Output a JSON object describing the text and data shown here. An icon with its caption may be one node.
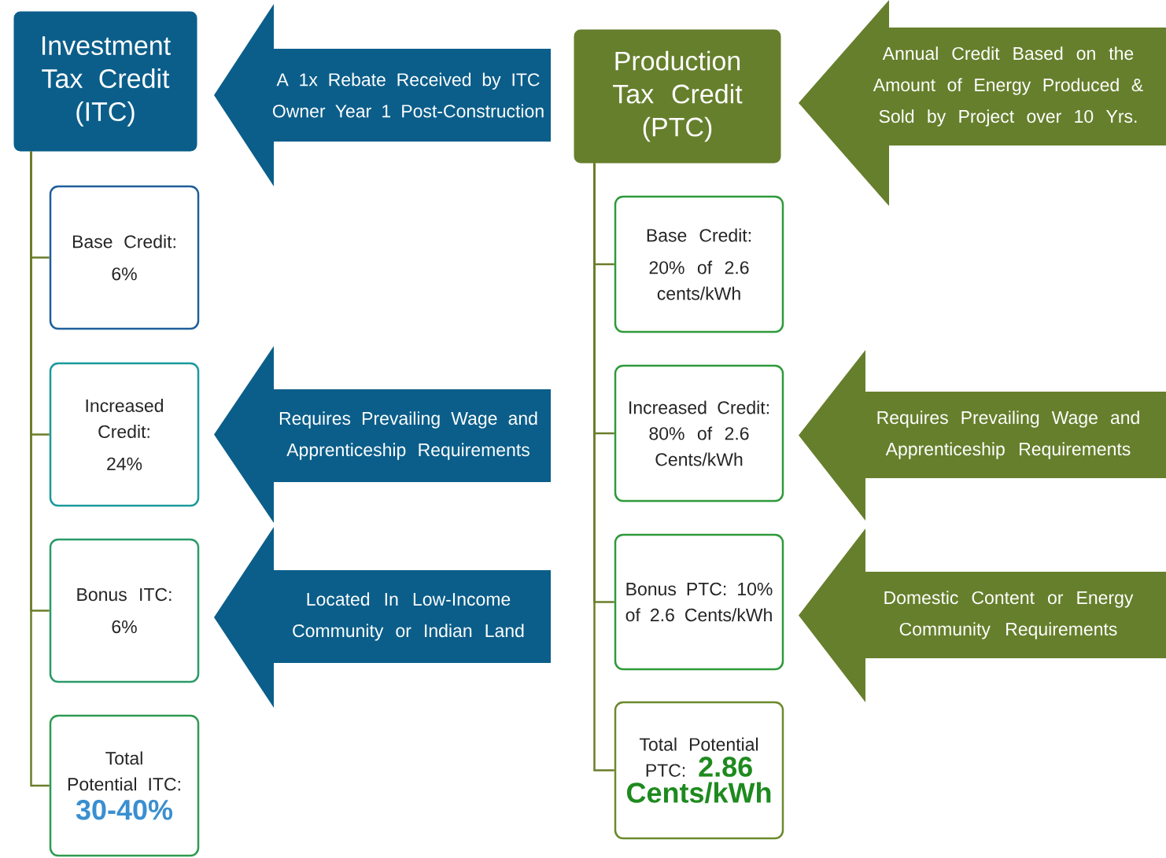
{
  "diagram": {
    "nodes": [
      {
        "text": [
          "Investment Tax Credit (ITC)"
        ]
      },
      {
        "text": [
          "Base Credit:",
          "6%"
        ]
      },
      {
        "text": [
          "Increased Credit:",
          "24%"
        ]
      },
      {
        "text": [
          "Bonus ITC:",
          "6%"
        ]
      },
      {
        "text": [
          "Total Potential ITC:",
          "30-40%"
        ]
      },
      {
        "text": [
          "Production Tax Credit (PTC)"
        ]
      },
      {
        "text": [
          "Base Credit:",
          "20% of 2.6 cents/kWh"
        ]
      },
      {
        "text": [
          "Increased Credit: 80% of 2.6 Cents/kWh"
        ]
      },
      {
        "text": [
          "Bonus PTC: 10% of 2.6 Cents/kWh"
        ]
      },
      {
        "text": [
          "Total Potential PTC:",
          "2.86 Cents/kWh"
        ]
      },
      {
        "text": [
          "A 1x Rebate Received by ITC Owner Year 1 Post-Construction"
        ]
      },
      {
        "text": [
          "Requires Prevailing Wage and Apprenticeship Requirements"
        ]
      },
      {
        "text": [
          "Located In Low-Income Community or Indian Land"
        ]
      },
      {
        "text": [
          "Annual Credit Based on the Amount of Energy Produced & Sold by Project over 10 Yrs."
        ]
      },
      {
        "text": [
          "Requires Prevailing Wage and Apprenticeship Requirements"
        ]
      },
      {
        "text": [
          "Domestic Content or Energy Community Requirements"
        ]
      }
    ],
    "edges": [
      {
        "from": 0,
        "to": 1,
        "arrow": "none"
      },
      {
        "from": 0,
        "to": 2,
        "arrow": "none"
      },
      {
        "from": 0,
        "to": 3,
        "arrow": "none"
      },
      {
        "from": 0,
        "to": 4,
        "arrow": "none"
      },
      {
        "from": 5,
        "to": 6,
        "arrow": "none"
      },
      {
        "from": 5,
        "to": 7,
        "arrow": "none"
      },
      {
        "from": 5,
        "to": 8,
        "arrow": "none"
      },
      {
        "from": 5,
        "to": 9,
        "arrow": "none"
      }
    ]
  }
}
